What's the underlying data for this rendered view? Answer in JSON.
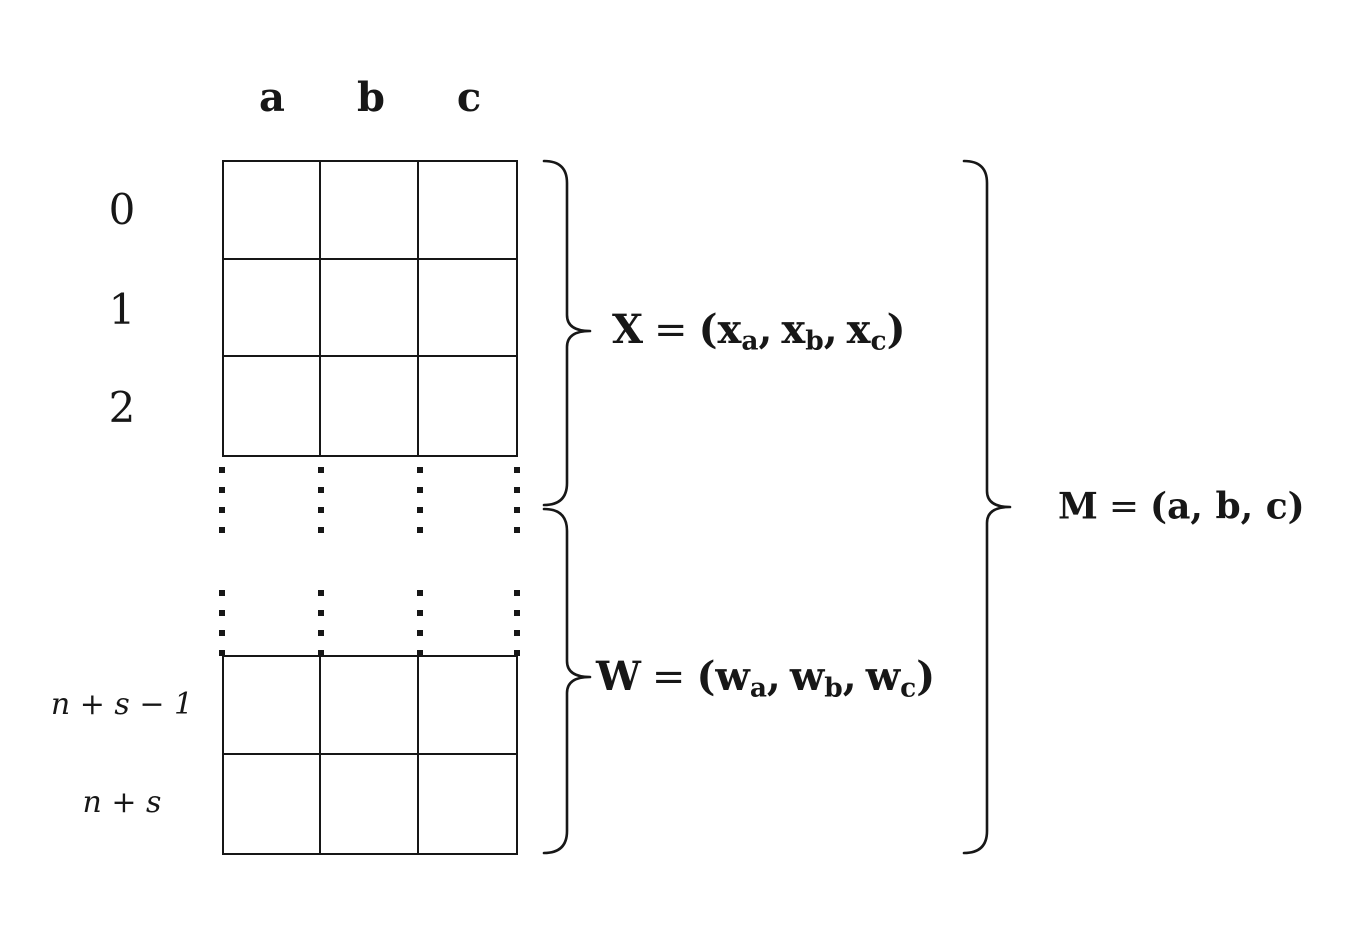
{
  "diagram": {
    "column_headers": [
      "a",
      "b",
      "c"
    ],
    "row_labels": [
      "0",
      "1",
      "2",
      "n + s − 1",
      "n + s"
    ],
    "grid": {
      "columns": 3,
      "top_block_rows": 3,
      "bottom_block_rows": 2
    },
    "colors": {
      "ink": "#171717",
      "background": "#ffffff"
    },
    "labels": {
      "x": {
        "lhs": "X",
        "rel": "=",
        "open": "(",
        "b1": "x",
        "s1": "a",
        "sep1": ",",
        "b2": "x",
        "s2": "b",
        "sep2": ",",
        "b3": "x",
        "s3": "c",
        "close": ")"
      },
      "w": {
        "lhs": "W",
        "rel": "=",
        "open": "(",
        "b1": "w",
        "s1": "a",
        "sep1": ",",
        "b2": "w",
        "s2": "b",
        "sep2": ",",
        "b3": "w",
        "s3": "c",
        "close": ")"
      },
      "m": {
        "lhs": "M",
        "rel": "=",
        "rhs": "(a, b, c)"
      }
    }
  }
}
